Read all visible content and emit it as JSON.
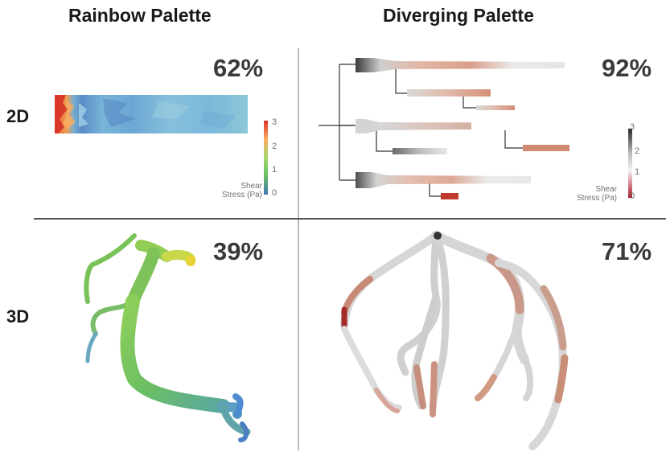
{
  "columns": {
    "left_title": "Rainbow Palette",
    "right_title": "Diverging Palette"
  },
  "rows": {
    "top_label": "2D",
    "bottom_label": "3D"
  },
  "panels": {
    "rainbow_2d": {
      "percent": "62%"
    },
    "diverging_2d": {
      "percent": "92%"
    },
    "rainbow_3d": {
      "percent": "39%"
    },
    "diverging_3d": {
      "percent": "71%"
    }
  },
  "legends": {
    "rainbow": {
      "caption_line1": "Shear",
      "caption_line2": "Stress (Pa)",
      "ticks": [
        "3",
        "2",
        "1",
        "0"
      ]
    },
    "diverging": {
      "caption_line1": "Shear",
      "caption_line2": "Stress (Pa)",
      "ticks": [
        "3",
        "2",
        "1",
        "0"
      ]
    }
  },
  "colors": {
    "rainbow_high": "#d73027",
    "rainbow_mid": "#a6d96a",
    "rainbow_low": "#4575b4",
    "diverging_high": "#2b2b2b",
    "diverging_mid": "#e8e8e8",
    "diverging_low": "#b2182b"
  }
}
